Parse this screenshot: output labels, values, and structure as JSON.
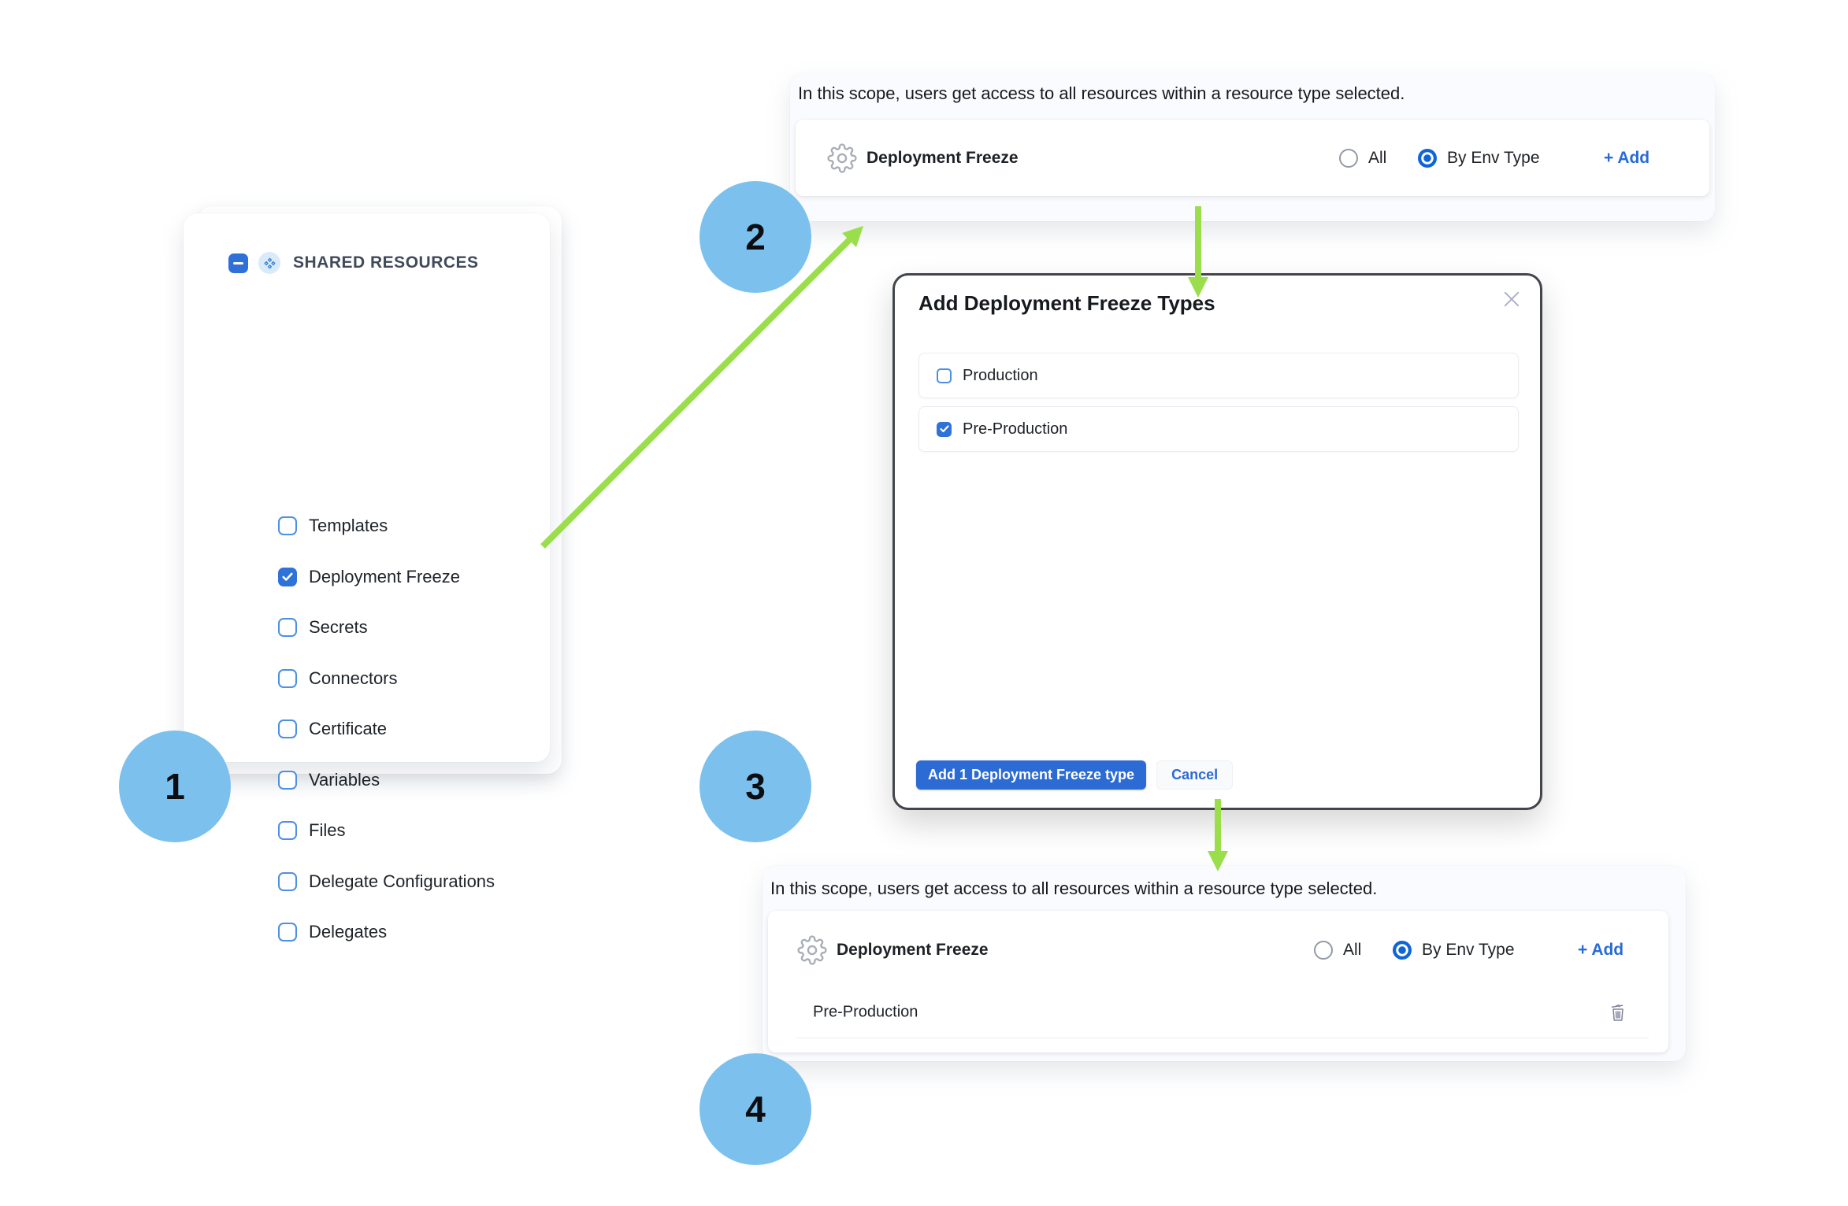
{
  "colors": {
    "accent_blue": "#2e72da",
    "radio_selected_blue": "#0f65d8",
    "primary_button_blue": "#2b6bd3",
    "step_circle_blue": "#7cc0ee",
    "arrow_green": "#9ade4b",
    "panel_background": "#fafbfe",
    "modal_border": "#42464c",
    "gear_icon_gray": "#a9aeb6",
    "header_slate": "#404a5a"
  },
  "steps": [
    {
      "label": "1"
    },
    {
      "label": "2"
    },
    {
      "label": "3"
    },
    {
      "label": "4"
    }
  ],
  "resource_tree": {
    "header": "SHARED RESOURCES",
    "items": [
      {
        "label": "Templates",
        "checked": false
      },
      {
        "label": "Deployment Freeze",
        "checked": true
      },
      {
        "label": "Secrets",
        "checked": false
      },
      {
        "label": "Connectors",
        "checked": false
      },
      {
        "label": "Certificate",
        "checked": false
      },
      {
        "label": "Variables",
        "checked": false
      },
      {
        "label": "Files",
        "checked": false
      },
      {
        "label": "Delegate Configurations",
        "checked": false
      },
      {
        "label": "Delegates",
        "checked": false
      }
    ]
  },
  "scope_top": {
    "description": "In this scope, users get access to all resources within a resource type selected.",
    "row": {
      "label": "Deployment Freeze",
      "option_all": "All",
      "option_env": "By Env Type",
      "selected": "By Env Type",
      "add": "+ Add"
    }
  },
  "modal": {
    "title": "Add Deployment Freeze Types",
    "options": [
      {
        "label": "Production",
        "checked": false
      },
      {
        "label": "Pre-Production",
        "checked": true
      }
    ],
    "primary": "Add 1 Deployment Freeze type",
    "cancel": "Cancel"
  },
  "scope_bottom": {
    "description": "In this scope, users get access to all resources within a resource type selected.",
    "row": {
      "label": "Deployment Freeze",
      "option_all": "All",
      "option_env": "By Env Type",
      "selected": "By Env Type",
      "add": "+ Add"
    },
    "entries": [
      {
        "label": "Pre-Production"
      }
    ]
  }
}
